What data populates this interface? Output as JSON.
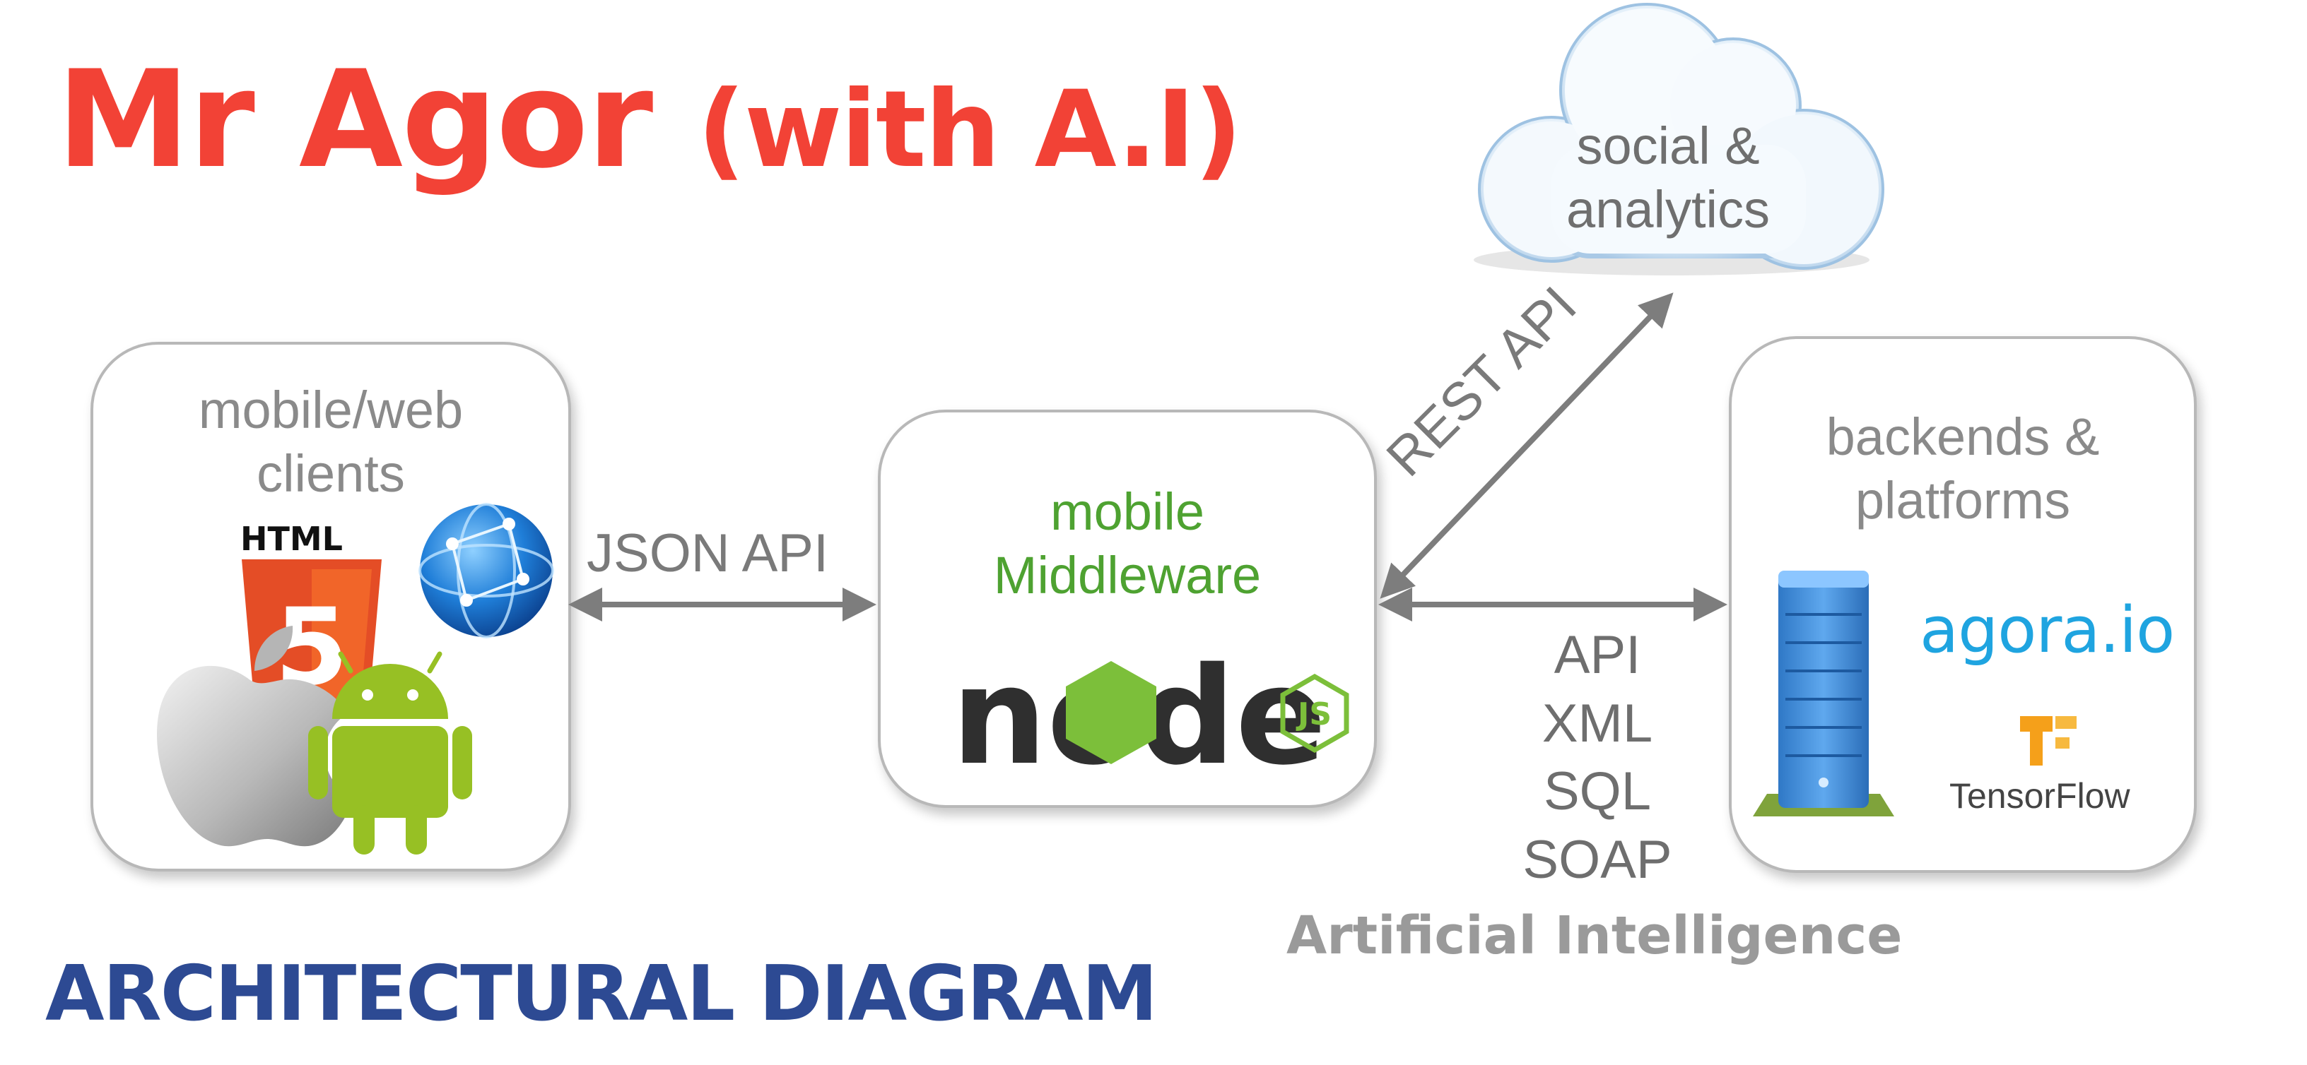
{
  "header": {
    "title": "Mr Agor",
    "title_suffix": "(with A.I)"
  },
  "nodes": {
    "clients": {
      "label_lines": [
        "mobile/web",
        "clients"
      ],
      "html_badge": "HTML",
      "html_badge_number": "5"
    },
    "middleware": {
      "label_lines": [
        "mobile",
        "Middleware"
      ],
      "logo_text": "node",
      "logo_badge": "JS"
    },
    "cloud": {
      "label_lines": [
        "social &",
        "analytics"
      ]
    },
    "backends": {
      "label_lines": [
        "backends &",
        "platforms"
      ],
      "agora_text": "agora.io",
      "tensorflow_text": "TensorFlow"
    }
  },
  "edges": {
    "json_api": "JSON API",
    "rest_api": "REST API",
    "protocols": [
      "API",
      "XML",
      "SQL",
      "SOAP"
    ]
  },
  "ai_label": "Artificial Intelligence",
  "footer": {
    "title": "ARCHITECTURAL DIAGRAM"
  },
  "colors": {
    "title": "#f24236",
    "footer": "#2d4a93",
    "middleware_label": "#4ea231",
    "box_border": "#b8b8b8",
    "arrow": "#7d7d7d",
    "agora": "#1fa4e0",
    "tensorflow": "#f5a01a"
  }
}
